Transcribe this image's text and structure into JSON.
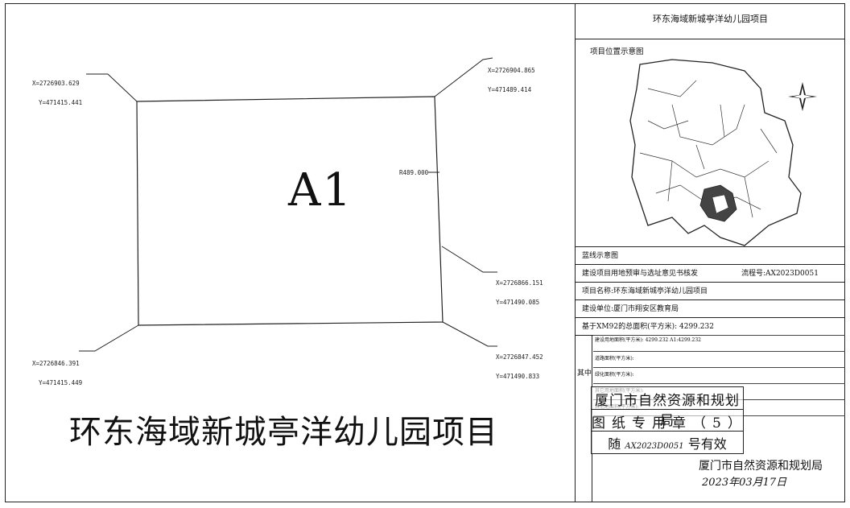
{
  "drawing": {
    "lot_label": "A1",
    "radius_label": "R489.000",
    "project_title": "环东海域新城亭洋幼儿园项目",
    "coordinates": [
      {
        "x": "X=2726903.629",
        "y": "Y=471415.441"
      },
      {
        "x": "X=2726904.865",
        "y": "Y=471489.414"
      },
      {
        "x": "X=2726866.151",
        "y": "Y=471490.085"
      },
      {
        "x": "X=2726846.391",
        "y": "Y=471415.449"
      },
      {
        "x": "X=2726847.452",
        "y": "Y=471490.833"
      }
    ]
  },
  "panel": {
    "title": "环东海域新城亭洋幼儿园项目",
    "location_label": "项目位置示意图",
    "redline_label": "蓝线示意图",
    "row_permit": "建设项目用地预审与选址意见书核发",
    "row_flow": "流程号:AX2023D0051",
    "row_name": "项目名称:环东海域新城亭洋幼儿园项目",
    "row_unit": "建设单位:厦门市翔安区教育局",
    "row_area": "基于XM92的总面积(平方米): 4299.232",
    "qizhong": "其中",
    "sub_rows": [
      "建设用地面积(平方米): 4299.232 A1:4299.232",
      "道路面积(平方米):",
      "绿化面积(平方米):",
      "其它用地面积(平方米):",
      "其他地面积(平方米):"
    ]
  },
  "stamp": {
    "line1": "厦门市自然资源和规划局",
    "line2": "图纸专用章（5）",
    "line3_prefix": "随",
    "line3_handwritten": "AX2023D0051",
    "line3_suffix": "号有效"
  },
  "footer": {
    "authority": "厦门市自然资源和规划局",
    "date": "2023年03月17日"
  }
}
